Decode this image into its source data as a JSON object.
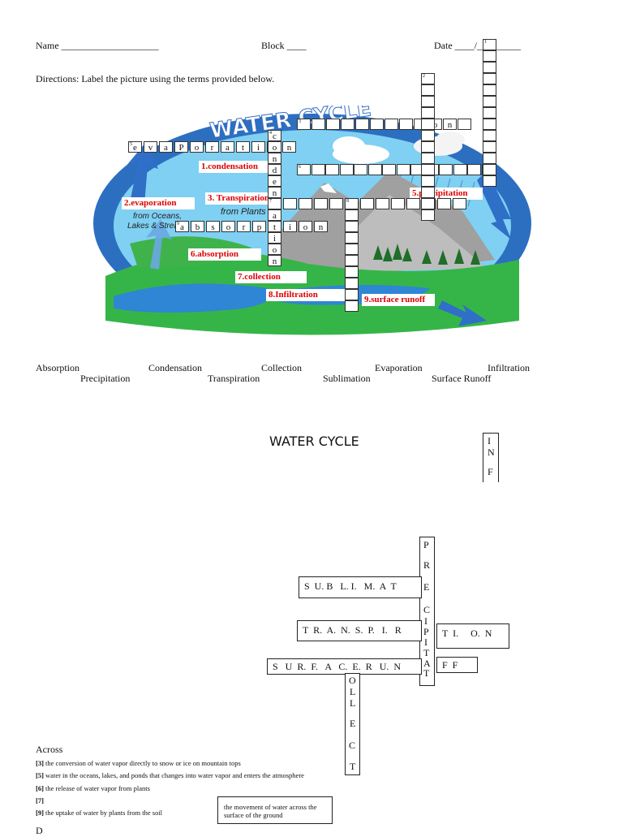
{
  "header": {
    "name": "Name ____________________",
    "block": "Block ____",
    "date": "Date ____/_________"
  },
  "directions": "Directions: Label the picture using the terms provided below.",
  "diagram": {
    "banner": "WATER CYCLE",
    "from_plants": "from Plants",
    "from_oceans_1": "from Oceans,",
    "from_oceans_2": "Lakes & Streams",
    "labels": {
      "l1": "1.condensation",
      "l2": "2.evaporation",
      "l3": "3. Transpiration",
      "l5": "5.precipitation",
      "l6": "6.absorption",
      "l7": "7.collection",
      "l8": "8.Infiltration",
      "l9": "9.surface runoff"
    },
    "colors": {
      "sky": "#6cc0ea",
      "ring": "#3b6fc4",
      "ground": "#39b54a",
      "water": "#2e8bd6",
      "mountain": "#9a9a9a",
      "label": "#dd0000"
    }
  },
  "terms": [
    "Absorption",
    "Condensation",
    "Collection",
    "Evaporation",
    "Infiltration",
    "Precipitation",
    "Transpiration",
    "Sublimation",
    "Surface Runoff"
  ],
  "crossword_title": "WATER CYCLE",
  "crossword": {
    "inf": [
      "I",
      "N",
      "F"
    ],
    "precip_top": [
      "P",
      "R",
      "E",
      "C"
    ],
    "precip_bottom": [
      "I",
      "P",
      "I",
      "T",
      "A",
      "T"
    ],
    "sublimat": "S  U. B   L. I.   M.  A  T",
    "transpir": "T  R.  A.  N.  S.  P.   I.   R",
    "tion": "T  I.     O.  N",
    "surface": "S   U  R.  F.   A   C.  E.  R   U.  N",
    "ff": "F  F",
    "collect": [
      "O",
      "L",
      "L",
      "E",
      "C",
      "T"
    ]
  },
  "across": {
    "heading": "Across",
    "clues": [
      {
        "num": "[3]",
        "text": "the conversion of water vapor directly to snow or ice on mountain tops"
      },
      {
        "num": "[5]",
        "text": "water in the oceans, lakes, and ponds that changes into water vapor and enters the atmosphere"
      },
      {
        "num": "[6]",
        "text": "the release of water vapor from plants"
      },
      {
        "num": "[7]",
        "text": ""
      },
      {
        "num": "[9]",
        "text": "the uptake of water by plants from the soil"
      }
    ]
  },
  "note_box": "the movement of water across the surface of the ground",
  "down_heading": "D"
}
